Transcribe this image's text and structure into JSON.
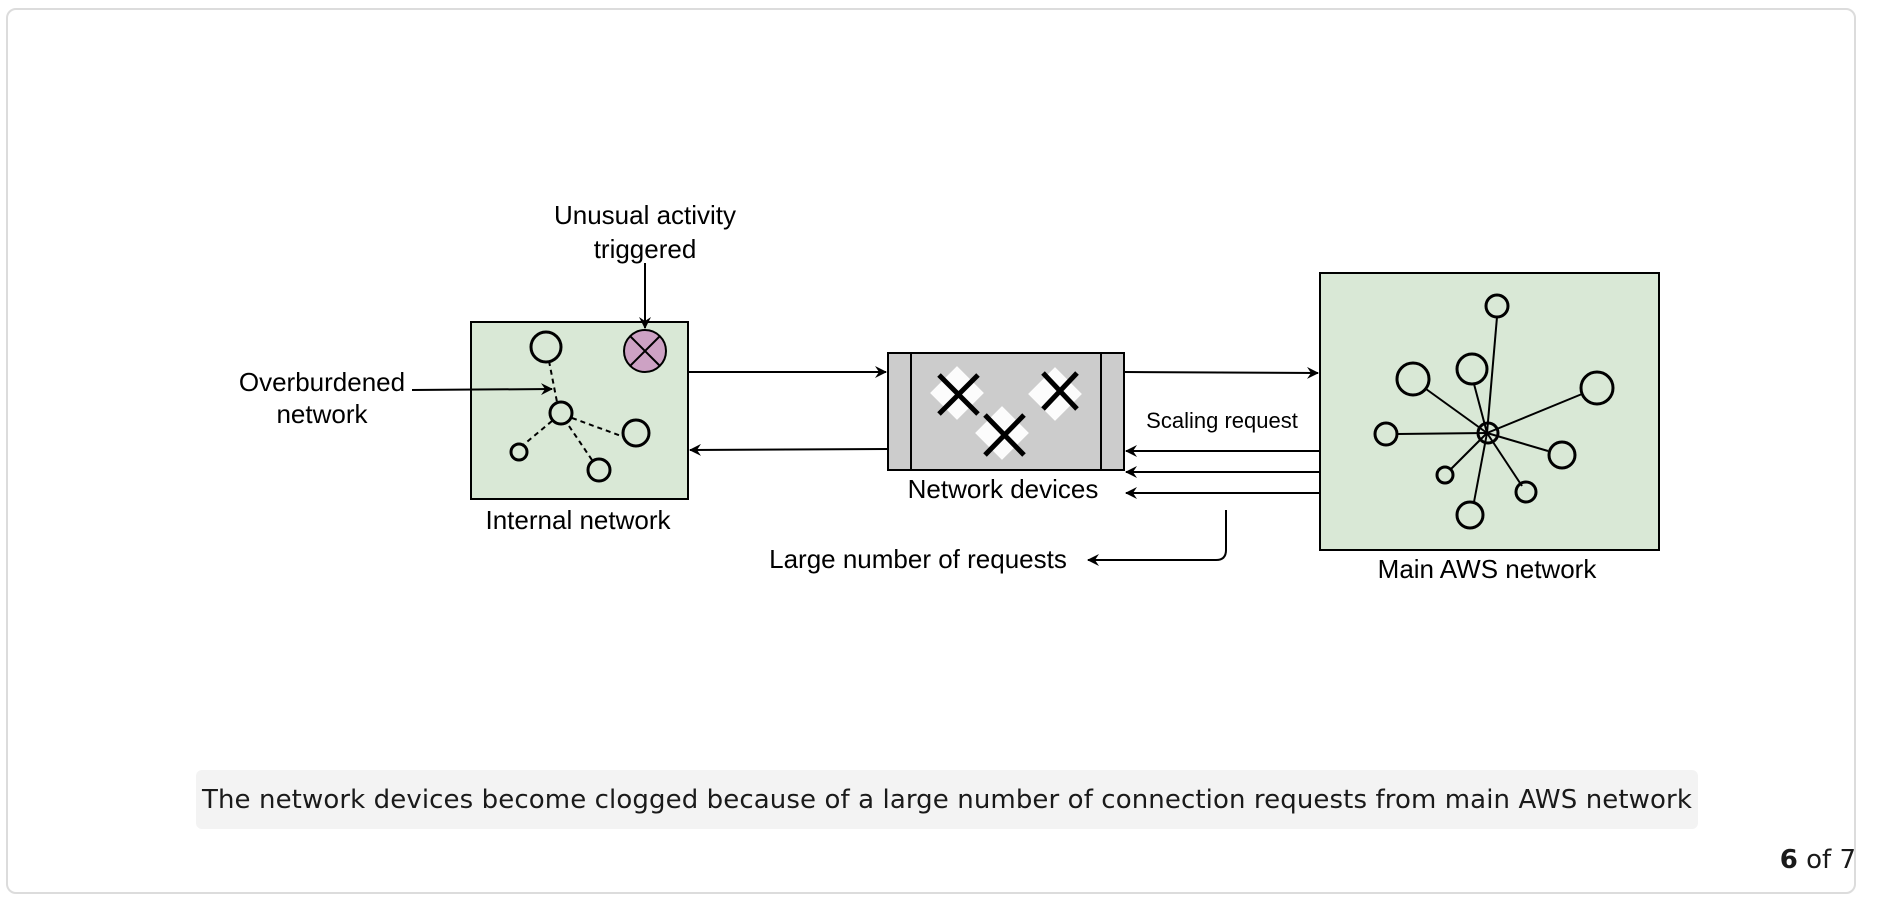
{
  "diagram": {
    "labels": {
      "unusual_line1": "Unusual activity",
      "unusual_line2": "triggered",
      "overburdened_line1": "Overburdened",
      "overburdened_line2": "network",
      "internal_network": "Internal network",
      "network_devices": "Network devices",
      "scaling_request": "Scaling request",
      "large_requests": "Large number of requests",
      "main_aws": "Main AWS network"
    },
    "colors": {
      "network_box_fill": "#d9e8d6",
      "device_box_fill": "#cccccc",
      "alert_fill": "#cda2c4",
      "stroke": "#000000"
    }
  },
  "caption": "The network devices become clogged because of a large number of connection requests from main AWS network",
  "pager": {
    "current": "6",
    "separator": "of",
    "total": "7"
  }
}
